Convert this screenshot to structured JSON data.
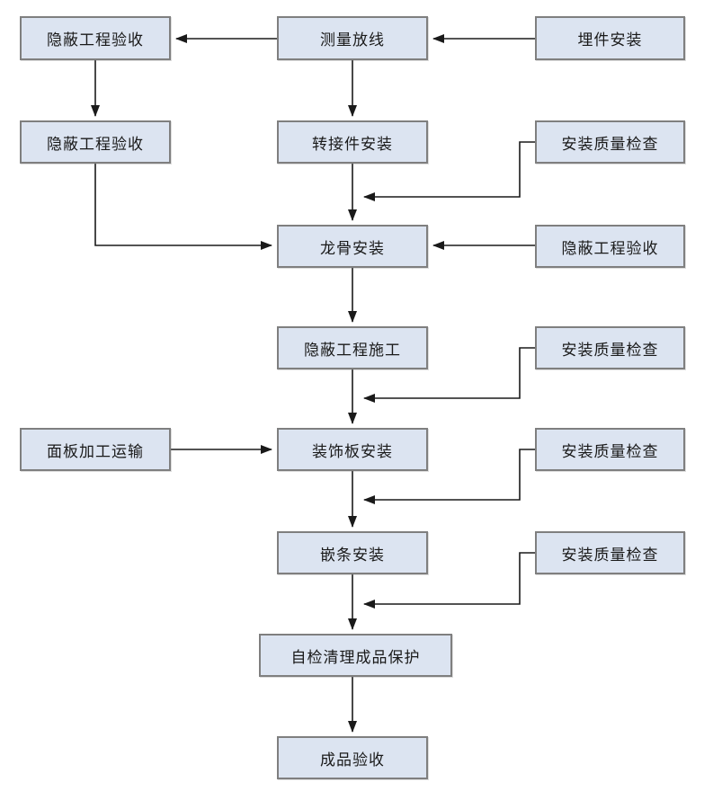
{
  "diagram": {
    "type": "flowchart",
    "nodes": {
      "hidden_acceptance_top": "隐蔽工程验收",
      "survey_layout": "测量放线",
      "embed_part_install": "埋件安装",
      "hidden_acceptance_left": "隐蔽工程验收",
      "adapter_install": "转接件安装",
      "quality_check_1": "安装质量检查",
      "keel_install": "龙骨安装",
      "hidden_acceptance_right": "隐蔽工程验收",
      "hidden_works_construction": "隐蔽工程施工",
      "quality_check_2": "安装质量检查",
      "panel_process_transport": "面板加工运输",
      "decorative_panel_install": "装饰板安装",
      "quality_check_3": "安装质量检查",
      "trim_strip_install": "嵌条安装",
      "quality_check_4": "安装质量检查",
      "self_check_cleanup_protection": "自检清理成品保护",
      "finished_product_acceptance": "成品验收"
    },
    "edges": [
      "埋件安装 → 测量放线",
      "测量放线 → 隐蔽工程验收(上)",
      "隐蔽工程验收(上) → 隐蔽工程验收(左)",
      "测量放线 → 转接件安装",
      "转接件安装 → 龙骨安装",
      "安装质量检查(1) → 转接件安装/龙骨安装 连线",
      "隐蔽工程验收(左) → 龙骨安装",
      "隐蔽工程验收(右) → 龙骨安装",
      "龙骨安装 → 隐蔽工程施工",
      "安装质量检查(2) → 隐蔽工程施工/装饰板安装 连线",
      "隐蔽工程施工 → 装饰板安装",
      "面板加工运输 → 装饰板安装",
      "安装质量检查(3) → 装饰板安装/嵌条安装 连线",
      "装饰板安装 → 嵌条安装",
      "安装质量检查(4) → 嵌条安装/自检清理成品保护 连线",
      "嵌条安装 → 自检清理成品保护",
      "自检清理成品保护 → 成品验收"
    ],
    "colors": {
      "box_fill": "#dce4f1",
      "box_border": "#7f7f7f",
      "line": "#1a1a1a",
      "background": "#ffffff"
    }
  }
}
